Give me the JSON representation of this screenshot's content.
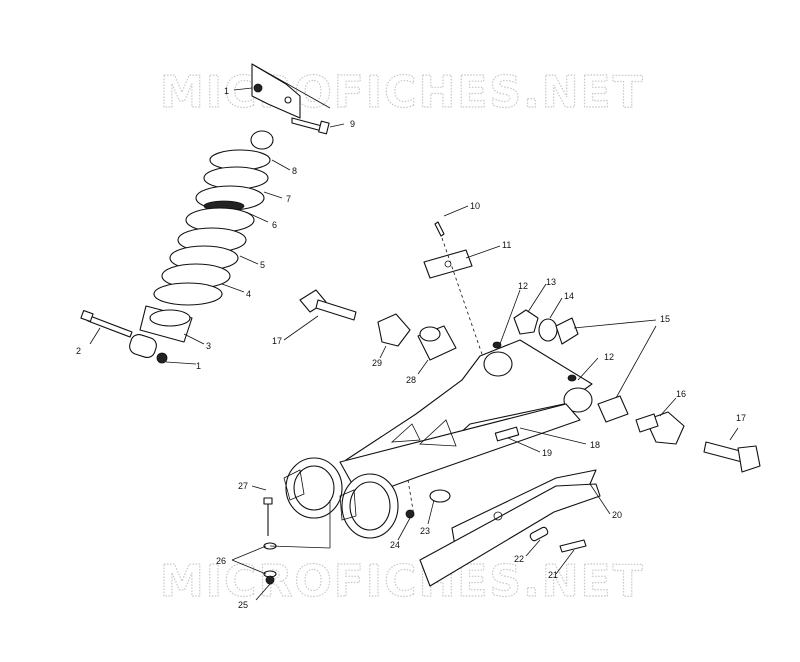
{
  "watermark": {
    "top": "MICROFICHES.NET",
    "bottom": "MICROFICHES.NET"
  },
  "callouts": [
    {
      "id": "c1a",
      "text": "1"
    },
    {
      "id": "c1b",
      "text": "1"
    },
    {
      "id": "c2",
      "text": "2"
    },
    {
      "id": "c3",
      "text": "3"
    },
    {
      "id": "c4",
      "text": "4"
    },
    {
      "id": "c5",
      "text": "5"
    },
    {
      "id": "c6",
      "text": "6"
    },
    {
      "id": "c7",
      "text": "7"
    },
    {
      "id": "c8",
      "text": "8"
    },
    {
      "id": "c9",
      "text": "9"
    },
    {
      "id": "c10",
      "text": "10"
    },
    {
      "id": "c11",
      "text": "11"
    },
    {
      "id": "c12a",
      "text": "12"
    },
    {
      "id": "c12b",
      "text": "12"
    },
    {
      "id": "c13",
      "text": "13"
    },
    {
      "id": "c14",
      "text": "14"
    },
    {
      "id": "c15",
      "text": "15"
    },
    {
      "id": "c16",
      "text": "16"
    },
    {
      "id": "c17a",
      "text": "17"
    },
    {
      "id": "c17b",
      "text": "17"
    },
    {
      "id": "c18",
      "text": "18"
    },
    {
      "id": "c19",
      "text": "19"
    },
    {
      "id": "c20",
      "text": "20"
    },
    {
      "id": "c21",
      "text": "21"
    },
    {
      "id": "c22",
      "text": "22"
    },
    {
      "id": "c23",
      "text": "23"
    },
    {
      "id": "c24",
      "text": "24"
    },
    {
      "id": "c25",
      "text": "25"
    },
    {
      "id": "c26",
      "text": "26"
    },
    {
      "id": "c27",
      "text": "27"
    },
    {
      "id": "c28",
      "text": "28"
    },
    {
      "id": "c29",
      "text": "29"
    }
  ]
}
